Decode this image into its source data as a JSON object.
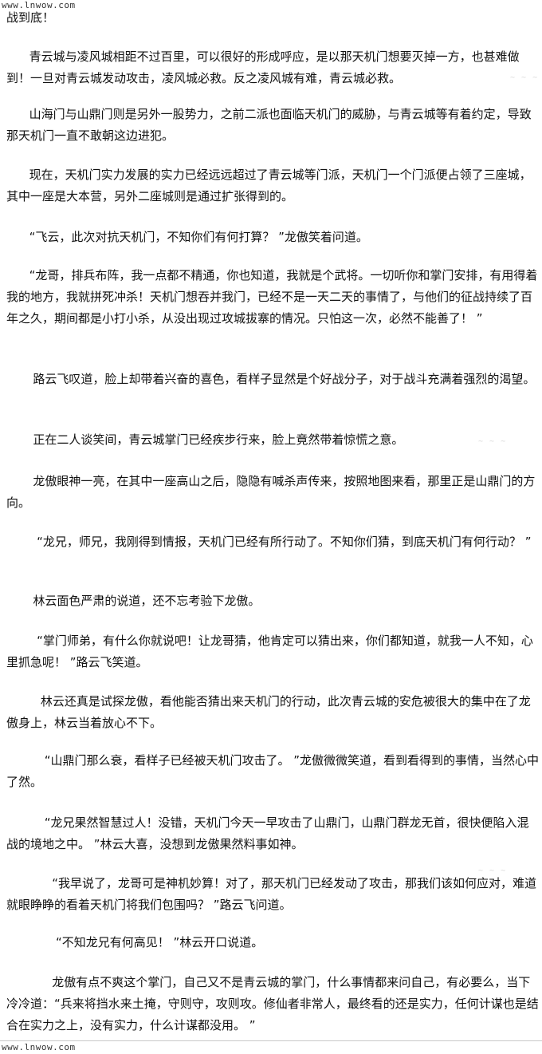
{
  "site": {
    "url_top": "www.lnwow.com",
    "url_bottom": "www.lnwow.com"
  },
  "heading": "战到底！",
  "paragraphs": [
    "      青云城与凌风城相距不过百里，可以很好的形成呼应，是以那天机门想要灭掉一方，也甚难做到！一旦对青云城发动攻击，凌风城必救。反之凌风城有难，青云城必救。",
    "      山海门与山鼎门则是另外一股势力，之前二派也面临天机门的威胁，与青云城等有着约定，导致那天机门一直不敢朝这边进犯。",
    "      现在，天机门实力发展的实力已经远远超过了青云城等门派，天机门一个门派便占领了三座城，其中一座是大本营，另外二座城则是通过扩张得到的。",
    "      “飞云，此次对抗天机门，不知你们有何打算？ ”龙傲笑着问道。",
    "      “龙哥，排兵布阵，我一点都不精通，你也知道，我就是个武将。一切听你和掌门安排，有用得着我的地方，我就拼死冲杀！天机门想吞并我门，已经不是一天二天的事情了，与他们的征战持续了百年之久，期间都是小打小杀，从没出现过攻城拔寨的情况。只怕这一次，必然不能善了！ ”",
    "       路云飞叹道，脸上却带着兴奋的喜色，看样子显然是个好战分子，对于战斗充满着强烈的渴望。",
    "       正在二人谈笑间，青云城掌门已经疾步行来，脸上竟然带着惊慌之意。",
    "       龙傲眼神一亮，在其中一座高山之后，隐隐有喊杀声传来，按照地图来看，那里正是山鼎门的方向。",
    "        “龙兄，师兄，我刚得到情报，天机门已经有所行动了。不知你们猜，到底天机门有何行动？ ”",
    "       林云面色严肃的说道，还不忘考验下龙傲。",
    "        “掌门师弟，有什么你就说吧！让龙哥猜，他肯定可以猜出来，你们都知道，就我一人不知，心里抓急呢！ ”路云飞笑道。",
    "         林云还真是试探龙傲，看他能否猜出来天机门的行动，此次青云城的安危被很大的集中在了龙傲身上，林云当着放心不下。",
    "          “山鼎门那么衰，看样子已经被天机门攻击了。 ”龙傲微微笑道，看到看得到的事情，当然心中了然。",
    "          “龙兄果然智慧过人！没错，天机门今天一早攻击了山鼎门，山鼎门群龙无首，很快便陷入混战的境地之中。 ”林云大喜，没想到龙傲果然料事如神。",
    "            “我早说了，龙哥可是神机妙算！对了，那天机门已经发动了攻击，那我们该如何应对，难道就眼睁睁的看着天机门将我们包围吗？ ”路云飞问道。",
    "             “不知龙兄有何高见！ ”林云开口说道。",
    "            龙傲有点不爽这个掌门，自己又不是青云城的掌门，什么事情都来问自己，有必要么，当下冷冷道：“兵来将挡水来土掩，守则守，攻则攻。修仙者非常人，最终看的还是实力，任何计谋也是结合在实力之上，没有实力，什么计谋都没用。 ”"
  ]
}
